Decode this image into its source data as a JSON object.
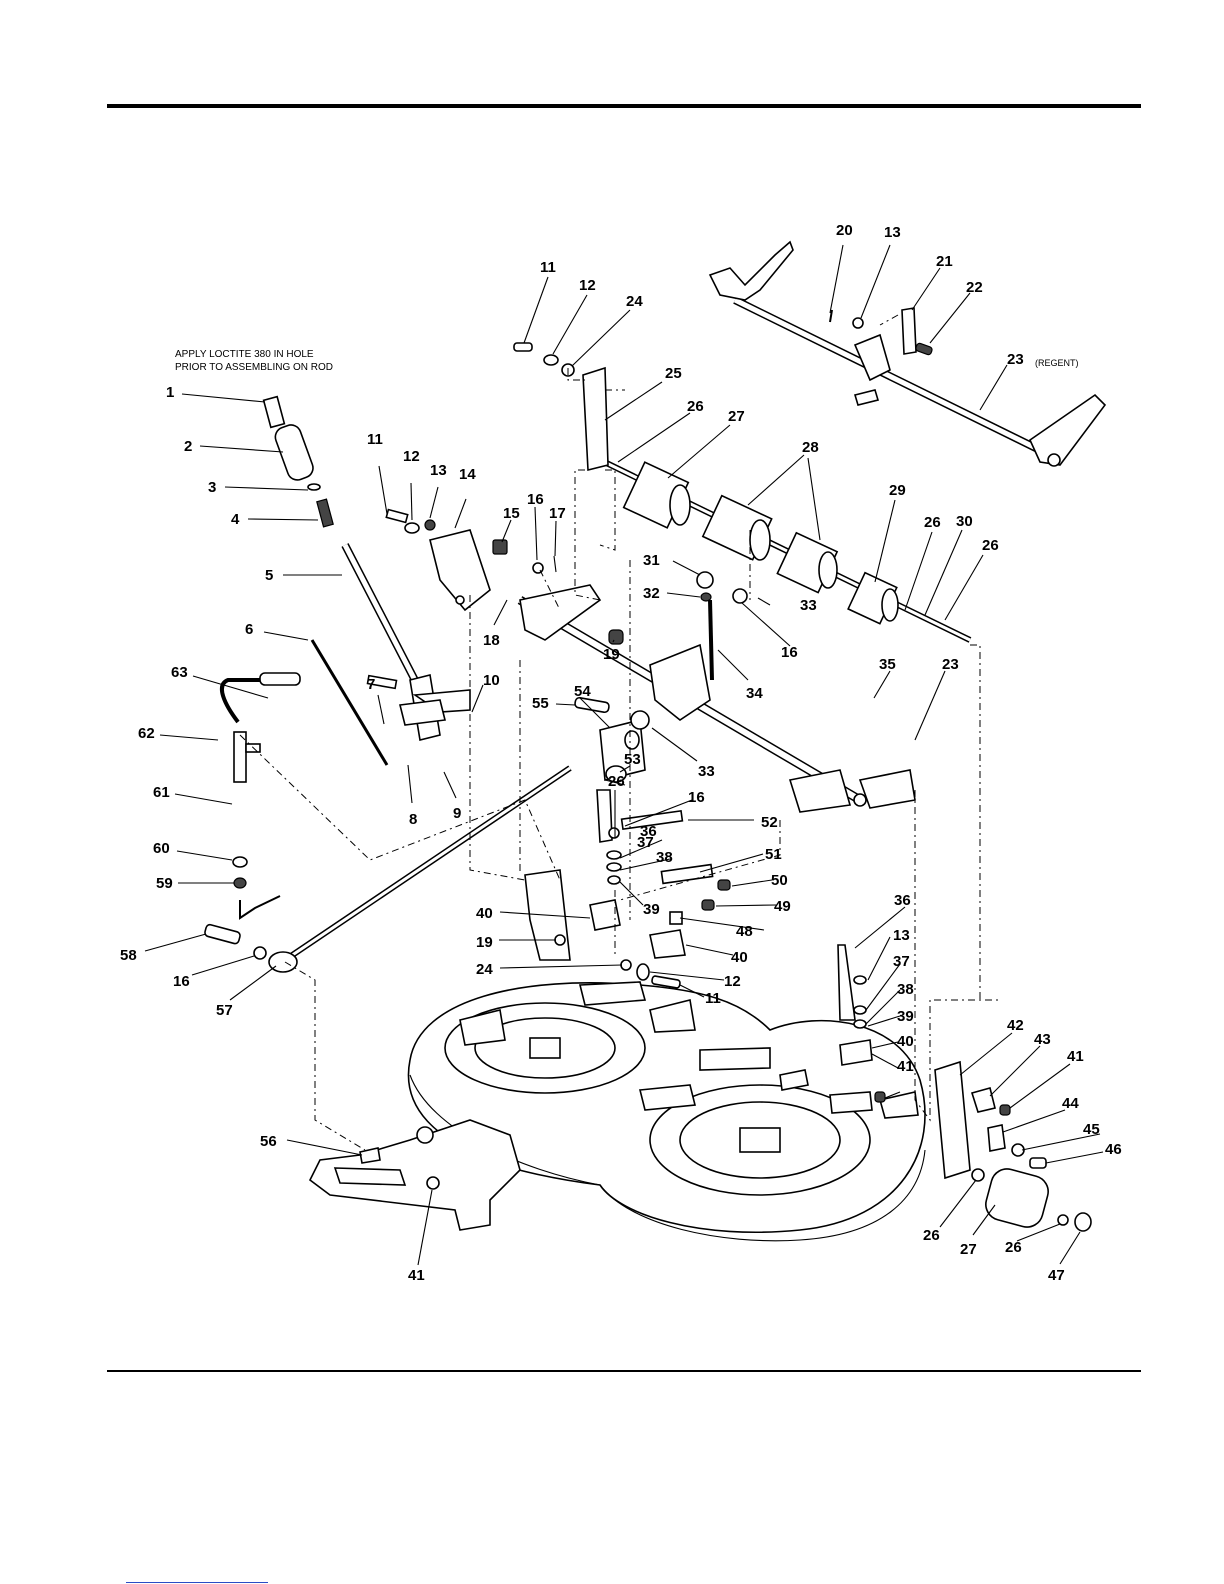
{
  "note": [
    "APPLY LOCTITE 380 IN HOLE",
    "PRIOR TO ASSEMBLING ON ROD"
  ],
  "regent_note": "(REGENT)",
  "callouts": [
    "1",
    "2",
    "3",
    "4",
    "5",
    "6",
    "63",
    "62",
    "61",
    "60",
    "59",
    "58",
    "16",
    "57",
    "7",
    "8",
    "9",
    "10",
    "11",
    "12",
    "13",
    "14",
    "15",
    "16",
    "17",
    "18",
    "19",
    "11",
    "12",
    "24",
    "25",
    "26",
    "27",
    "28",
    "28",
    "29",
    "26",
    "30",
    "26",
    "20",
    "13",
    "21",
    "22",
    "23",
    "31",
    "32",
    "16",
    "33",
    "34",
    "55",
    "54",
    "26",
    "53",
    "33",
    "35",
    "23",
    "36",
    "16",
    "37",
    "38",
    "39",
    "40",
    "19",
    "24",
    "52",
    "51",
    "50",
    "49",
    "48",
    "40",
    "12",
    "11",
    "36",
    "13",
    "37",
    "38",
    "39",
    "40",
    "41",
    "42",
    "43",
    "41",
    "44",
    "45",
    "46",
    "26",
    "27",
    "26",
    "47",
    "56",
    "41"
  ]
}
